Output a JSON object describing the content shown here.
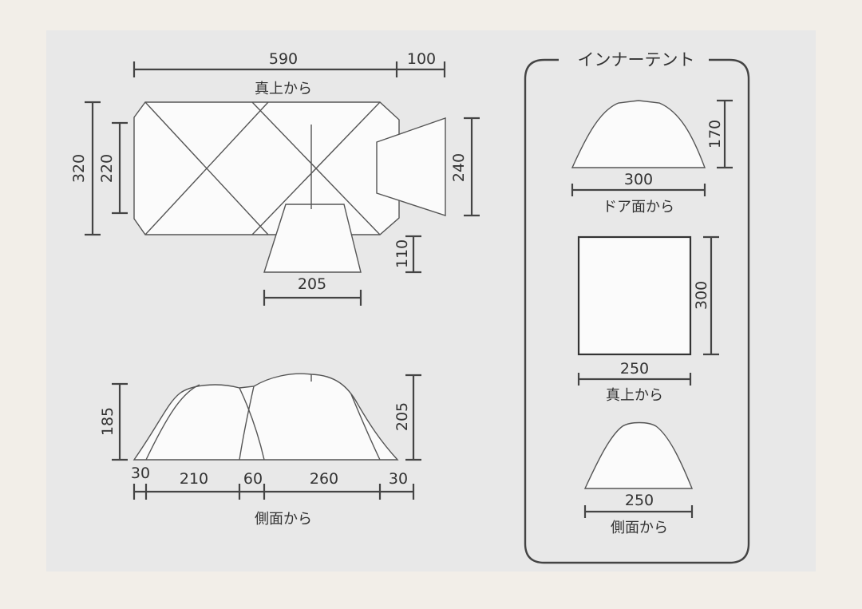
{
  "top_view": {
    "caption": "真上から",
    "dims": {
      "length": "590",
      "extension": "100",
      "depth_outer": "320",
      "depth_inner": "220",
      "side_room": "240",
      "vestibule_depth": "110",
      "vestibule_width": "205"
    }
  },
  "side_view": {
    "caption": "側面から",
    "dims": {
      "height_left": "185",
      "height_right": "205",
      "seg1": "30",
      "seg2": "210",
      "seg3": "60",
      "seg4": "260",
      "seg5": "30"
    }
  },
  "inner_tent": {
    "title": "インナーテント",
    "door_view": {
      "caption": "ドア面から",
      "width": "300",
      "height": "170"
    },
    "top_view": {
      "caption": "真上から",
      "width": "250",
      "depth": "300"
    },
    "side_view": {
      "caption": "側面から",
      "width": "250"
    }
  },
  "colors": {
    "page": "#f2eee8",
    "panel": "#e8e8e8",
    "line": "#444444",
    "fill": "#fbfbfb"
  }
}
